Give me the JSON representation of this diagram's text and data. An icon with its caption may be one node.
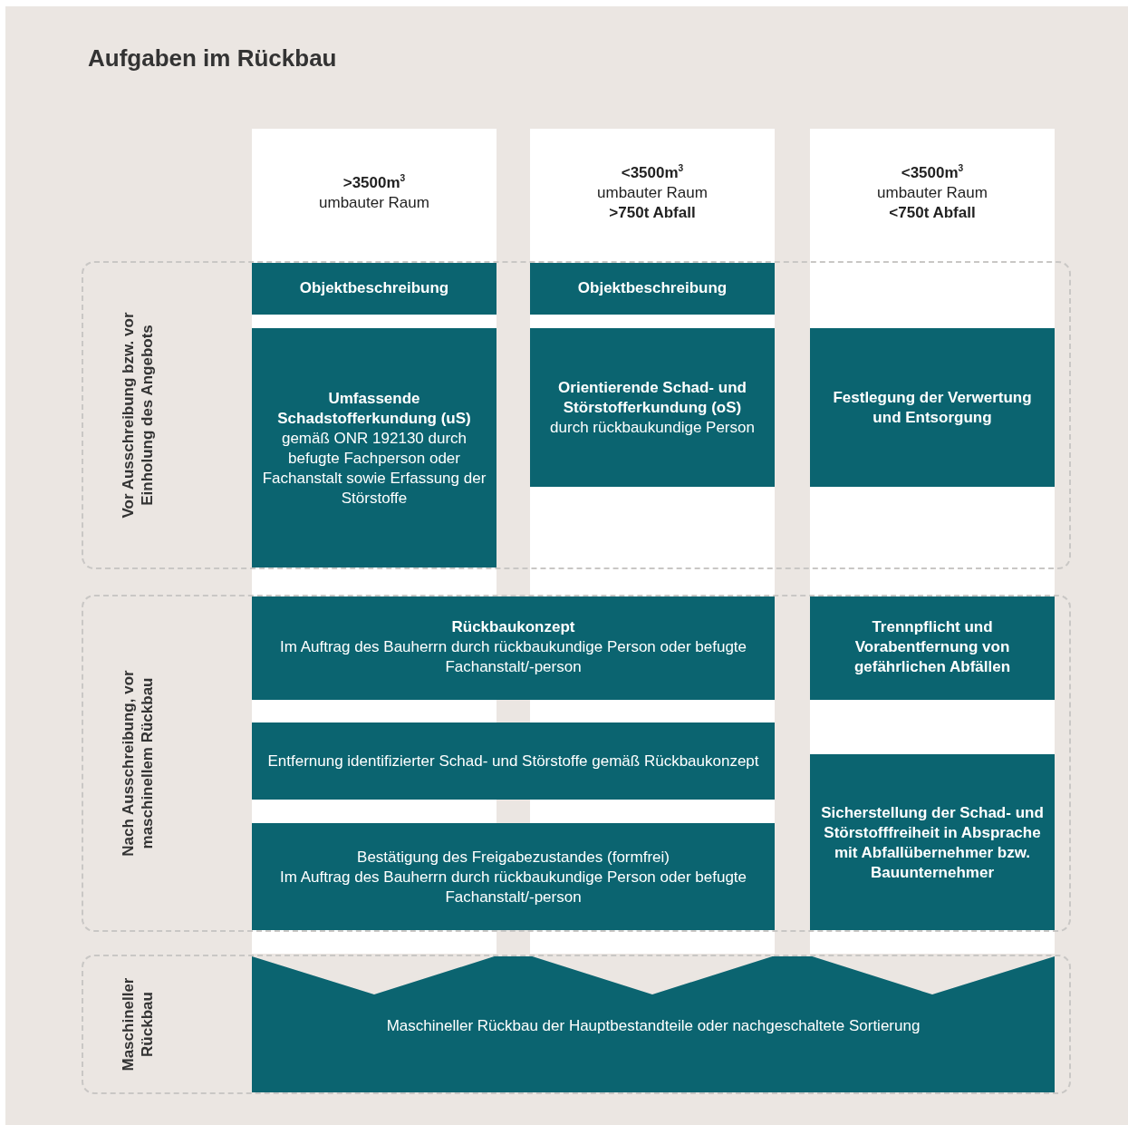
{
  "diagram": {
    "title": "Aufgaben im Rückbau",
    "nodes": [
      {
        "text": [
          ">3500m$^{3}$",
          "umbauter Raum"
        ]
      },
      {
        "text": [
          "<3500m$^{3}$",
          "umbauter Raum",
          ">750t Abfall"
        ]
      },
      {
        "text": [
          "<3500m$^{3}$",
          "umbauter Raum",
          "<750t Abfall"
        ]
      },
      {
        "text": [
          "Vor Ausschreibung bzw. vor Einholung des Angebots"
        ]
      },
      {
        "text": [
          "Nach Ausschreibung, vor maschinellem Rückbau"
        ]
      },
      {
        "text": [
          "Maschineller Rückbau"
        ]
      },
      {
        "text": [
          "Objektbeschreibung"
        ],
        "in": 3
      },
      {
        "text": [
          "Objektbeschreibung"
        ],
        "in": 3
      },
      {
        "text": [
          "Umfassende Schadstofferkundung (uS)",
          "gemäß ONR 192130 durch befugte Fachperson oder Fachanstalt sowie Erfassung der Störstoffe"
        ],
        "in": 3
      },
      {
        "text": [
          "Orientierende Schad- und Störstofferkundung (oS)",
          "durch rückbaukundige Person"
        ],
        "in": 3
      },
      {
        "text": [
          "Festlegung der Verwertung und Entsorgung"
        ],
        "in": 3
      },
      {
        "text": [
          "Rückbaukonzept",
          "Im Auftrag des Bauherrn durch rückbaukundige Person oder befugte Fachanstalt/-person"
        ],
        "in": 4
      },
      {
        "text": [
          "Trennpflicht und Vorabentfernung von gefährlichen Abfällen"
        ],
        "in": 4
      },
      {
        "text": [
          "Entfernung identifizierter Schad- und Störstoffe gemäß Rückbaukonzept"
        ],
        "in": 4
      },
      {
        "text": [
          "Sicherstellung der Schad- und Störstofffreiheit in Absprache mit Abfallübernehmer bzw. Bauunternehmer"
        ],
        "in": 4
      },
      {
        "text": [
          "Bestätigung des Freigabezustandes (formfrei)",
          "Im Auftrag des Bauherrn durch rückbaukundige Person oder befugte Fachanstalt/-person"
        ],
        "in": 4
      },
      {
        "text": [
          "Maschineller Rückbau der Hauptbestandteile oder nachgeschaltete Sortierung"
        ],
        "in": 5
      }
    ]
  }
}
